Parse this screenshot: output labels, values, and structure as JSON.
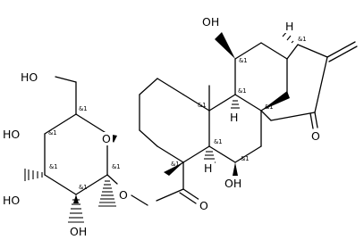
{
  "molecule": {
    "atom_labels": {
      "ho_ch2": "HO",
      "ho_c4": "HO",
      "ho_c3": "HO",
      "oh_c2": "OH",
      "ring_o": "O",
      "glyco_o": "O",
      "ester_o": "O",
      "oh_top": "OH",
      "oh_mid": "OH",
      "ketone_o": "O",
      "h_c9": "H",
      "h_c5": "H"
    },
    "stereo_label": "&1"
  }
}
